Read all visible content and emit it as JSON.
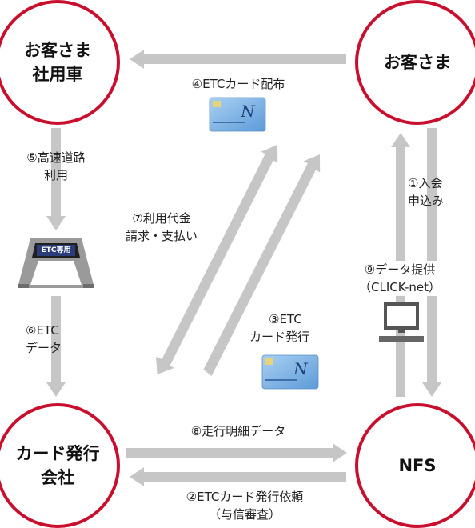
{
  "nodes": {
    "customer_car": "お客さま\n社用車",
    "customer": "お客さま",
    "card_issuer": "カード発行\n会社",
    "nfs": "NFS"
  },
  "steps": {
    "s1": [
      "①入会",
      "申込み"
    ],
    "s2": [
      "②ETCカード発行依頼",
      "（与信審査）"
    ],
    "s3": [
      "③ETC",
      "カード発行"
    ],
    "s4": "④ETCカード配布",
    "s5": [
      "⑤高速道路",
      "利用"
    ],
    "s6": [
      "⑥ETC",
      "データ"
    ],
    "s7": [
      "⑦利用代金",
      "請求・支払い"
    ],
    "s8": "⑧走行明細データ",
    "s9": [
      "⑨データ提供",
      "（CLICK-net）"
    ]
  },
  "gate_sign": "ETC専用",
  "colors": {
    "accent": "#c8102e",
    "arrow": "#c6c6c6",
    "card": "#7fb3e6",
    "gate": "#7a7a7a"
  },
  "icons": [
    "etc-card-icon",
    "etc-gate-icon",
    "computer-icon"
  ]
}
